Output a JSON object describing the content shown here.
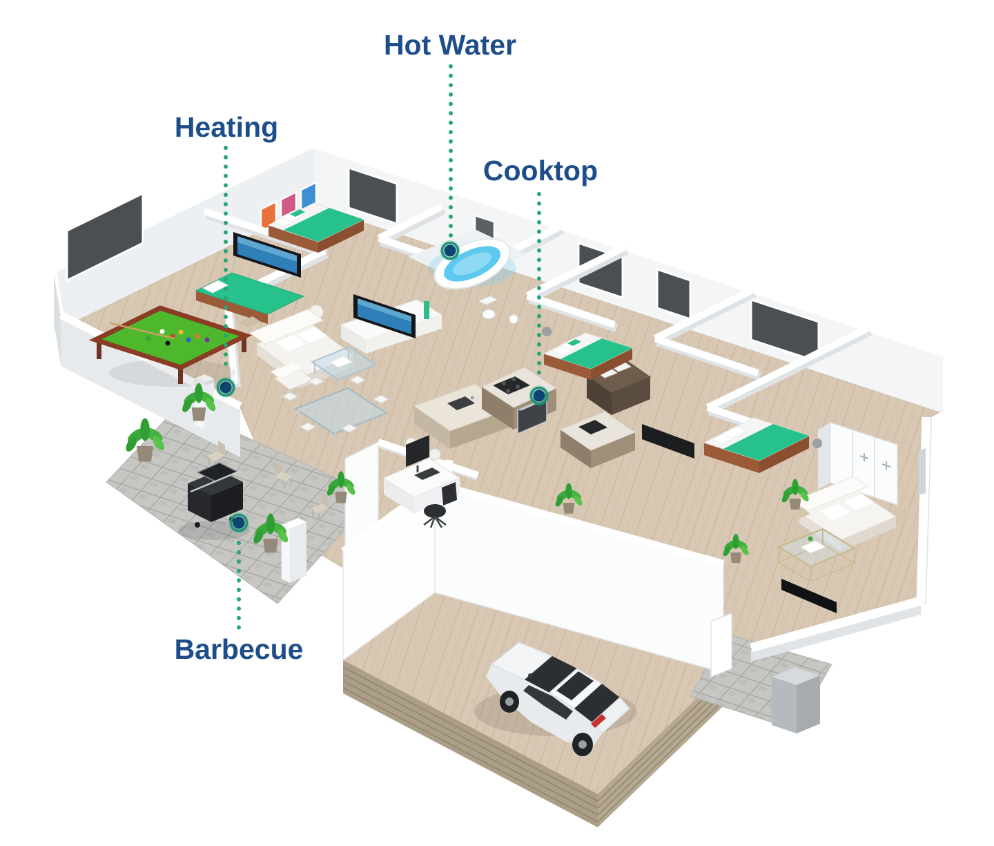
{
  "callouts": {
    "hot_water": {
      "label": "Hot Water"
    },
    "heating": {
      "label": "Heating"
    },
    "cooktop": {
      "label": "Cooktop"
    },
    "barbecue": {
      "label": "Barbecue"
    }
  },
  "colors": {
    "label_text": "#1d4e8a",
    "dotted_line": "#2aa578",
    "marker_fill": "#0d4472",
    "marker_ring": "#1f9478",
    "background": "#ffffff"
  }
}
